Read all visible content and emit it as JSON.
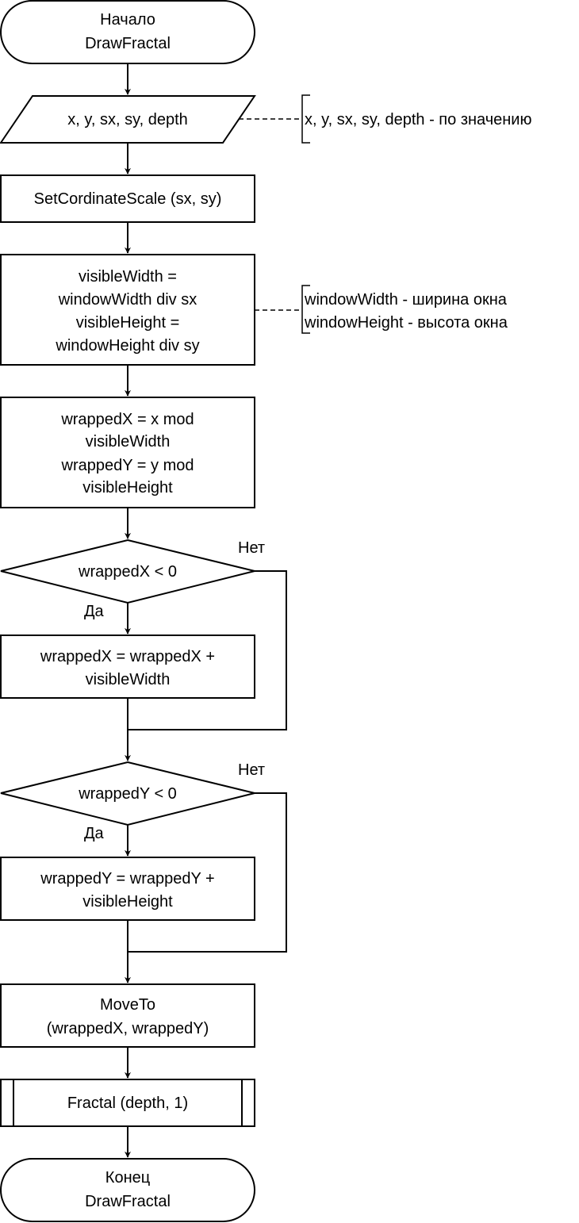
{
  "start": {
    "line1": "Начало",
    "line2": "DrawFractal"
  },
  "input": {
    "text": "x, y, sx, sy, depth"
  },
  "input_note": {
    "text": "x, y, sx, sy, depth - по значению"
  },
  "scale": {
    "text": "SetCordinateScale (sx, sy)"
  },
  "visible": {
    "line1": "visibleWidth =",
    "line2": "windowWidth div sx",
    "line3": "visibleHeight =",
    "line4": "windowHeight div sy"
  },
  "visible_note": {
    "line1": "windowWidth - ширина окна",
    "line2": "windowHeight - высота окна"
  },
  "wrap": {
    "line1": "wrappedX = x mod",
    "line2": "visibleWidth",
    "line3": "wrappedY = y mod",
    "line4": "visibleHeight"
  },
  "cond_x": {
    "text": "wrappedX < 0",
    "yes": "Да",
    "no": "Нет"
  },
  "fix_x": {
    "line1": "wrappedX = wrappedX +",
    "line2": "visibleWidth"
  },
  "cond_y": {
    "text": "wrappedY < 0",
    "yes": "Да",
    "no": "Нет"
  },
  "fix_y": {
    "line1": "wrappedY = wrappedY +",
    "line2": "visibleHeight"
  },
  "move": {
    "line1": "MoveTo",
    "line2": "(wrappedX, wrappedY)"
  },
  "fractal": {
    "text": "Fractal (depth, 1)"
  },
  "end": {
    "line1": "Конец",
    "line2": "DrawFractal"
  }
}
